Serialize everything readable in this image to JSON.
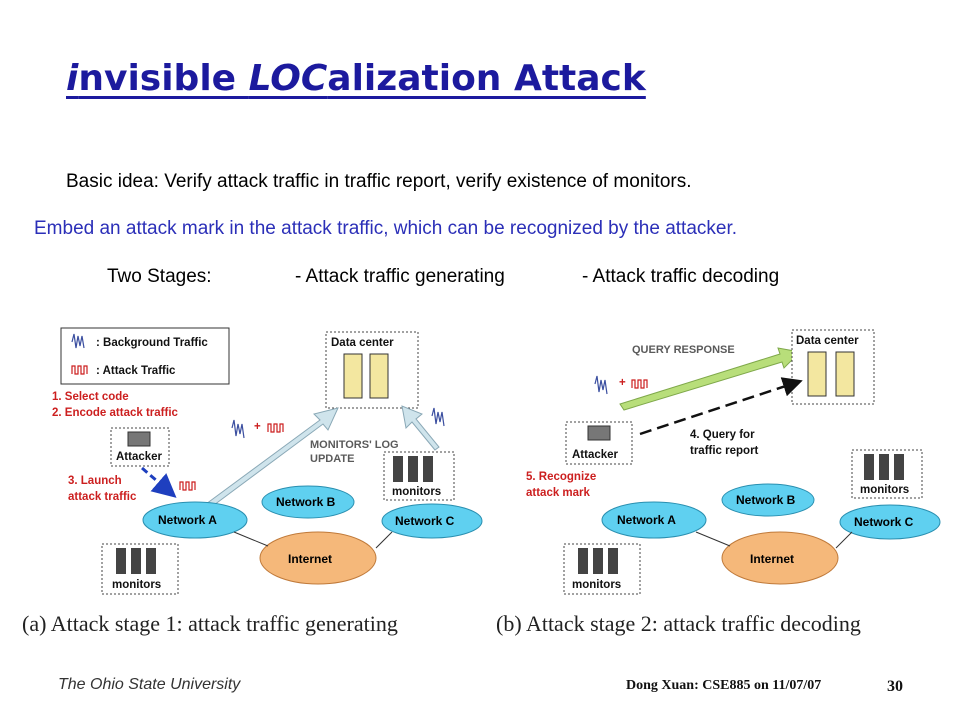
{
  "slide": {
    "title_i": "i",
    "title_rest1": "nvisible ",
    "title_loc": "LOC",
    "title_rest2": "alization Attack",
    "basic_idea": "Basic idea: Verify attack traffic in traffic report, verify existence of monitors.",
    "embed": "Embed an attack mark in the attack traffic, which can be recognized by the attacker.",
    "stages_label": "Two Stages:",
    "stage1": "- Attack traffic generating",
    "stage2": "- Attack traffic decoding"
  },
  "figure": {
    "legend_background": ": Background Traffic",
    "legend_attack": ": Attack Traffic",
    "left": {
      "step1": "1. Select code",
      "step2": "2. Encode attack traffic",
      "step3a": "3. Launch",
      "step3b": "attack traffic",
      "data_center": "Data center",
      "monitors_log_a": "MONITORS' LOG",
      "monitors_log_b": "UPDATE",
      "attacker": "Attacker",
      "network_a": "Network A",
      "network_b": "Network B",
      "network_c": "Network C",
      "internet": "Internet",
      "monitors_1": "monitors",
      "monitors_2": "monitors",
      "caption": "(a) Attack stage 1: attack traffic generating"
    },
    "right": {
      "query_response": "QUERY RESPONSE",
      "data_center": "Data center",
      "step4a": "4. Query for",
      "step4b": "traffic report",
      "step5a": "5. Recognize",
      "step5b": "attack mark",
      "attacker": "Attacker",
      "network_a": "Network A",
      "network_b": "Network B",
      "network_c": "Network C",
      "internet": "Internet",
      "monitors_1": "monitors",
      "monitors_2": "monitors",
      "caption": "(b) Attack stage 2: attack traffic decoding"
    },
    "colors": {
      "cloud": "#5fd0f0",
      "internet": "#f5b87a",
      "arrow": "#c8e2ea",
      "query_arrow": "#b8de7a",
      "step_red": "#cc1f1f"
    }
  },
  "footer": {
    "university": "The Ohio State University",
    "author": "Dong Xuan: CSE885 on 11/07/07",
    "page": "30"
  }
}
